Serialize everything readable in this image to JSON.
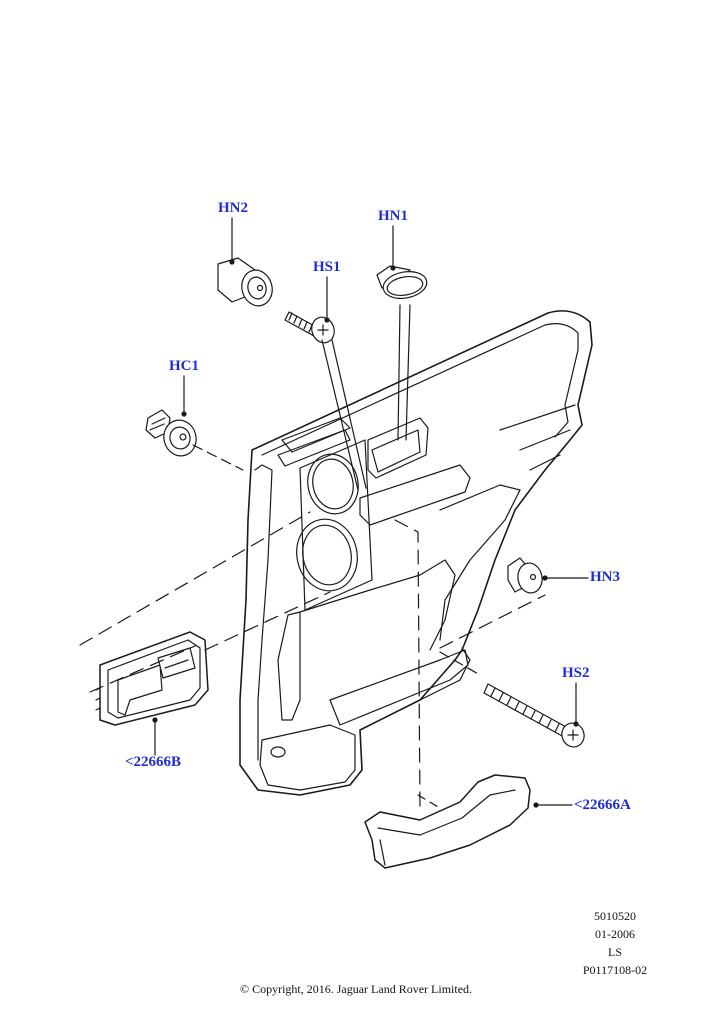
{
  "callouts": {
    "hn2": "HN2",
    "hn1": "HN1",
    "hs1": "HS1",
    "hc1": "HC1",
    "hn3": "HN3",
    "hs2": "HS2",
    "part_b": "<22666B",
    "part_a": "<22666A"
  },
  "colors": {
    "callout": "#1e2bd6",
    "line": "#1a1a1a"
  },
  "reference": {
    "line1": "5010520",
    "line2": "01-2006",
    "line3": "LS",
    "line4": "P0117108-02"
  },
  "copyright": "© Copyright, 2016. Jaguar Land Rover Limited."
}
